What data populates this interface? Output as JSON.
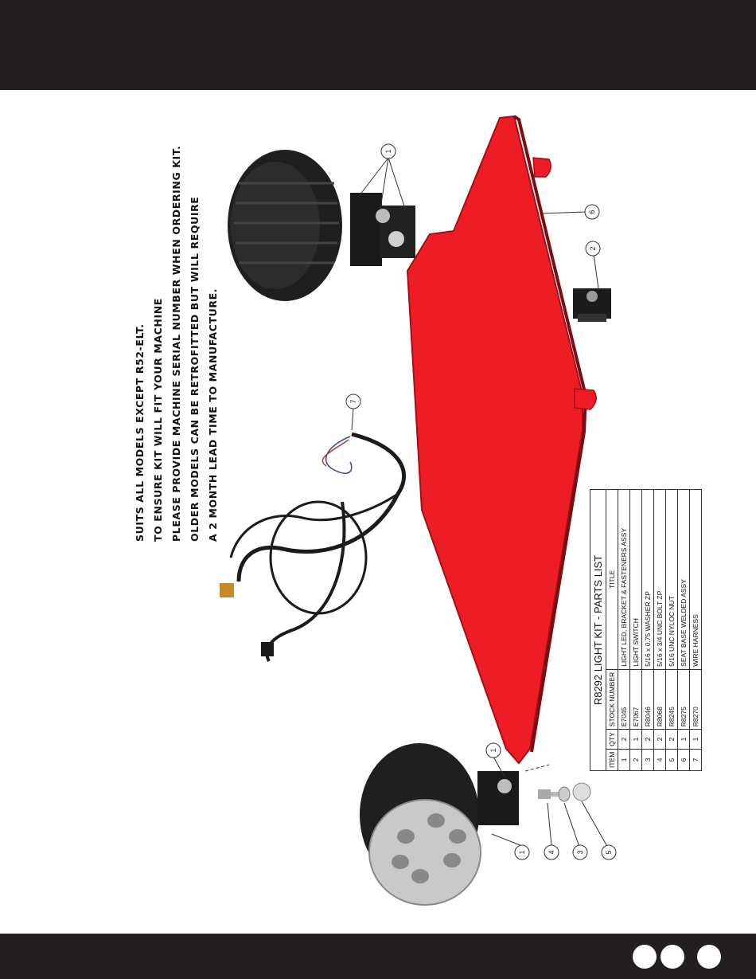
{
  "notes": [
    "SUITS ALL MODELS EXCEPT R52-ELT.",
    "TO ENSURE KIT WILL FIT YOUR MACHINE",
    "PLEASE PROVIDE MACHINE SERIAL NUMBER WHEN ORDERING KIT.",
    "OLDER MODELS CAN BE RETROFITTED BUT WILL REQUIRE",
    "A 2 MONTH LEAD TIME TO MANUFACTURE."
  ],
  "parts_list": {
    "title": "R8292 LIGHT KIT - PARTS LIST",
    "headers": {
      "item": "ITEM",
      "qty": "QTY",
      "stock": "STOCK NUMBER",
      "title": "TITLE"
    },
    "rows": [
      {
        "item": "1",
        "qty": "2",
        "stock": "E7045",
        "title": "LIGHT LED, BRACKET & FASTENERS ASSY"
      },
      {
        "item": "2",
        "qty": "1",
        "stock": "E7067",
        "title": "LIGHT SWITCH"
      },
      {
        "item": "3",
        "qty": "2",
        "stock": "R8046",
        "title": "5/16 x 0.75 WASHER ZP"
      },
      {
        "item": "4",
        "qty": "2",
        "stock": "R8068",
        "title": "5/16 x 3/4 UNC BOLT ZP"
      },
      {
        "item": "5",
        "qty": "2",
        "stock": "R8245",
        "title": "5/16 UNC NYLOC NUT"
      },
      {
        "item": "6",
        "qty": "1",
        "stock": "R8275",
        "title": "SEAT BASE WELDED ASSY"
      },
      {
        "item": "7",
        "qty": "1",
        "stock": "R8270",
        "title": "WIRE HARNESS"
      }
    ]
  },
  "callouts": {
    "c1_top": "1",
    "c6": "6",
    "c2": "2",
    "c7": "7",
    "c1_mid": "1",
    "c1_bot": "1",
    "c4": "4",
    "c3": "3",
    "c5": "5"
  },
  "colors": {
    "bar": "#231f20",
    "plate": "#ee1c25",
    "plate_edge": "#a01018"
  }
}
